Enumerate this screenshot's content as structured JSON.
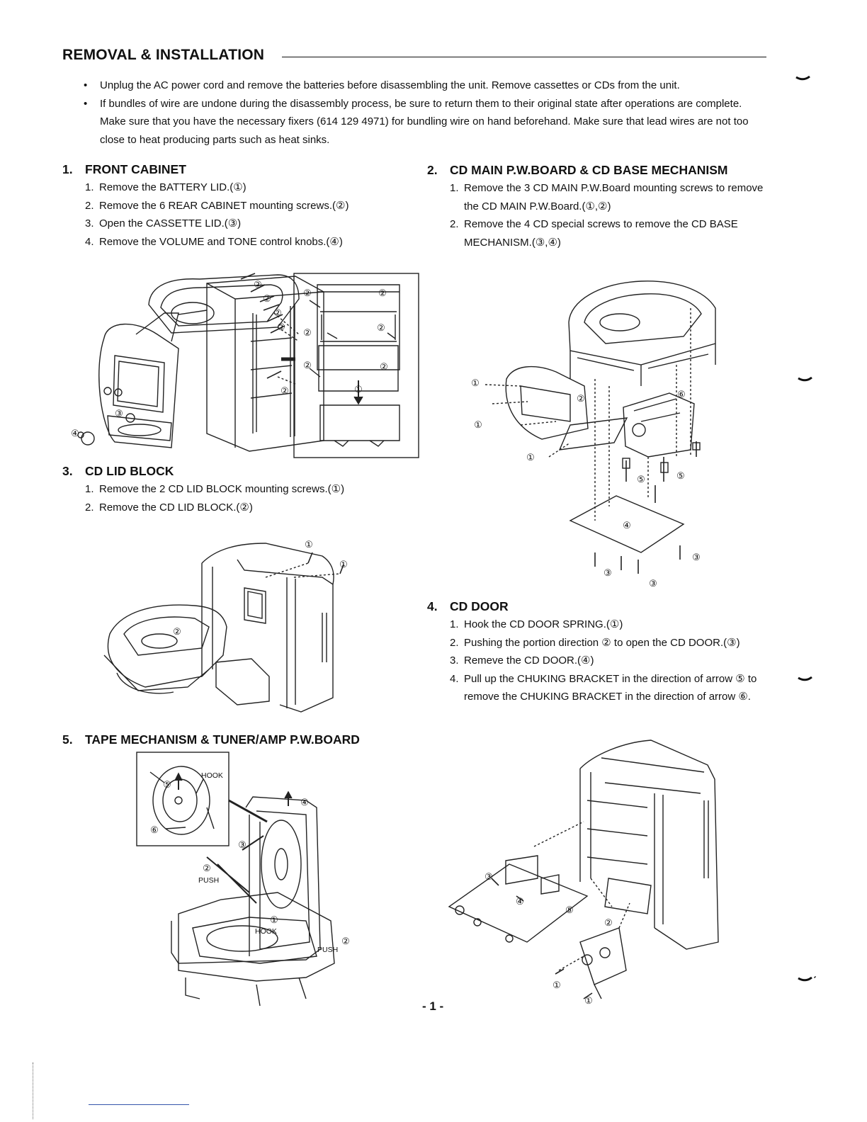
{
  "title": "REMOVAL & INSTALLATION",
  "intro_bullets": [
    "Unplug the AC power cord and remove the batteries before disassembling the unit. Remove cassettes or CDs from the unit.",
    "If bundles of wire are undone during the disassembly process, be sure to return them to their original state after operations are complete. Make sure that you have the necessary fixers (614 129 4971) for bundling wire on hand beforehand. Make sure that lead wires are not too close to heat producing parts such as heat sinks."
  ],
  "sections": [
    {
      "number": "1.",
      "heading": "FRONT CABINET",
      "steps": [
        {
          "n": "1.",
          "text": "Remove the BATTERY  LID.(①)"
        },
        {
          "n": "2.",
          "text": "Remove the 6 REAR CABINET mounting screws.(②)"
        },
        {
          "n": "3.",
          "text": "Open the CASSETTE LID.(③)"
        },
        {
          "n": "4.",
          "text": "Remove the VOLUME and TONE control knobs.(④)"
        }
      ]
    },
    {
      "number": "2.",
      "heading": "CD MAIN P.W.BOARD & CD BASE MECHANISM",
      "steps": [
        {
          "n": "1.",
          "text": "Remove the 3 CD MAIN P.W.Board mounting screws to remove the CD MAIN P.W.Board.(①,②)"
        },
        {
          "n": "2.",
          "text": "Remove the 4 CD special screws to remove the CD BASE MECHANISM.(③,④)"
        }
      ]
    },
    {
      "number": "3.",
      "heading": "CD LID BLOCK",
      "steps": [
        {
          "n": "1.",
          "text": "Remove the 2 CD LID BLOCK mounting screws.(①)"
        },
        {
          "n": "2.",
          "text": "Remove the CD LID BLOCK.(②)"
        }
      ]
    },
    {
      "number": "4.",
      "heading": "CD DOOR",
      "steps": [
        {
          "n": "1.",
          "text": "Hook the CD DOOR SPRING.(①)"
        },
        {
          "n": "2.",
          "text": "Pushing the portion direction ② to open the CD DOOR.(③)"
        },
        {
          "n": "3.",
          "text": "Remeve the CD DOOR.(④)"
        },
        {
          "n": "4.",
          "text": "Pull up the CHUKING BRACKET in the direction of arrow ⑤ to remove the CHUKING BRACKET  in the direction of arrow  ⑥."
        }
      ]
    },
    {
      "number": "5.",
      "heading": "TAPE MECHANISM & TUNER/AMP P.W.BOARD",
      "steps": []
    }
  ],
  "figure_labels": {
    "c1": "①",
    "c2": "②",
    "c3": "③",
    "c4": "④",
    "c5": "⑤",
    "c6": "⑥",
    "hook": "HOOK",
    "push": "PUSH"
  },
  "page_number": "- 1 -"
}
